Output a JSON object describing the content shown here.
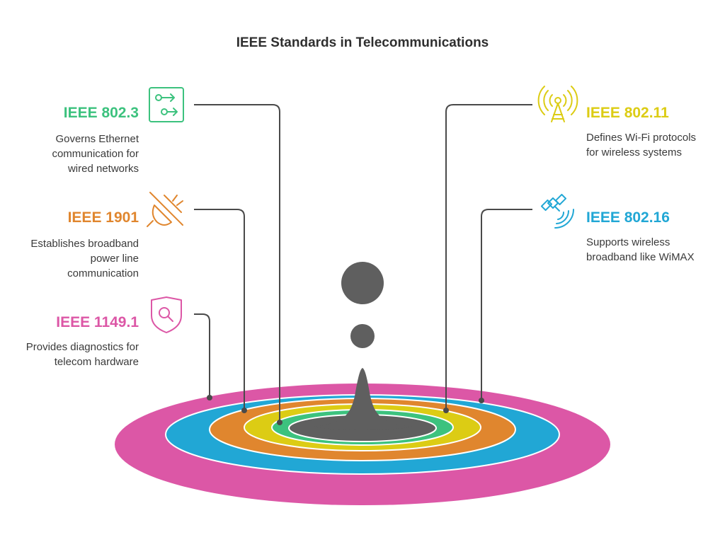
{
  "title": "IEEE Standards in Telecommunications",
  "colors": {
    "ring_outer": "#dc57a6",
    "ring_2": "#21a7d5",
    "ring_3": "#e0862e",
    "ring_4": "#dccc14",
    "ring_5": "#3cc27e",
    "center": "#5f5f5f",
    "connector": "#4a4a4a"
  },
  "standards": [
    {
      "id": "ieee-802-3",
      "label": "IEEE 802.3",
      "desc": [
        "Governs Ethernet",
        "communication for",
        "wired networks"
      ],
      "color": "#3cc27e",
      "icon": "switch-icon"
    },
    {
      "id": "ieee-1901",
      "label": "IEEE 1901",
      "desc": [
        "Establishes broadband",
        "power line",
        "communication"
      ],
      "color": "#e0862e",
      "icon": "unplugged-icon"
    },
    {
      "id": "ieee-1149-1",
      "label": "IEEE 1149.1",
      "desc": [
        "Provides diagnostics for",
        "telecom hardware"
      ],
      "color": "#dc57a6",
      "icon": "shield-search-icon"
    },
    {
      "id": "ieee-802-11",
      "label": "IEEE 802.11",
      "desc": [
        "Defines Wi-Fi protocols",
        "for wireless systems"
      ],
      "color": "#dccc14",
      "icon": "broadcast-tower-icon"
    },
    {
      "id": "ieee-802-16",
      "label": "IEEE 802.16",
      "desc": [
        "Supports wireless",
        "broadband like WiMAX"
      ],
      "color": "#21a7d5",
      "icon": "satellite-icon"
    }
  ]
}
